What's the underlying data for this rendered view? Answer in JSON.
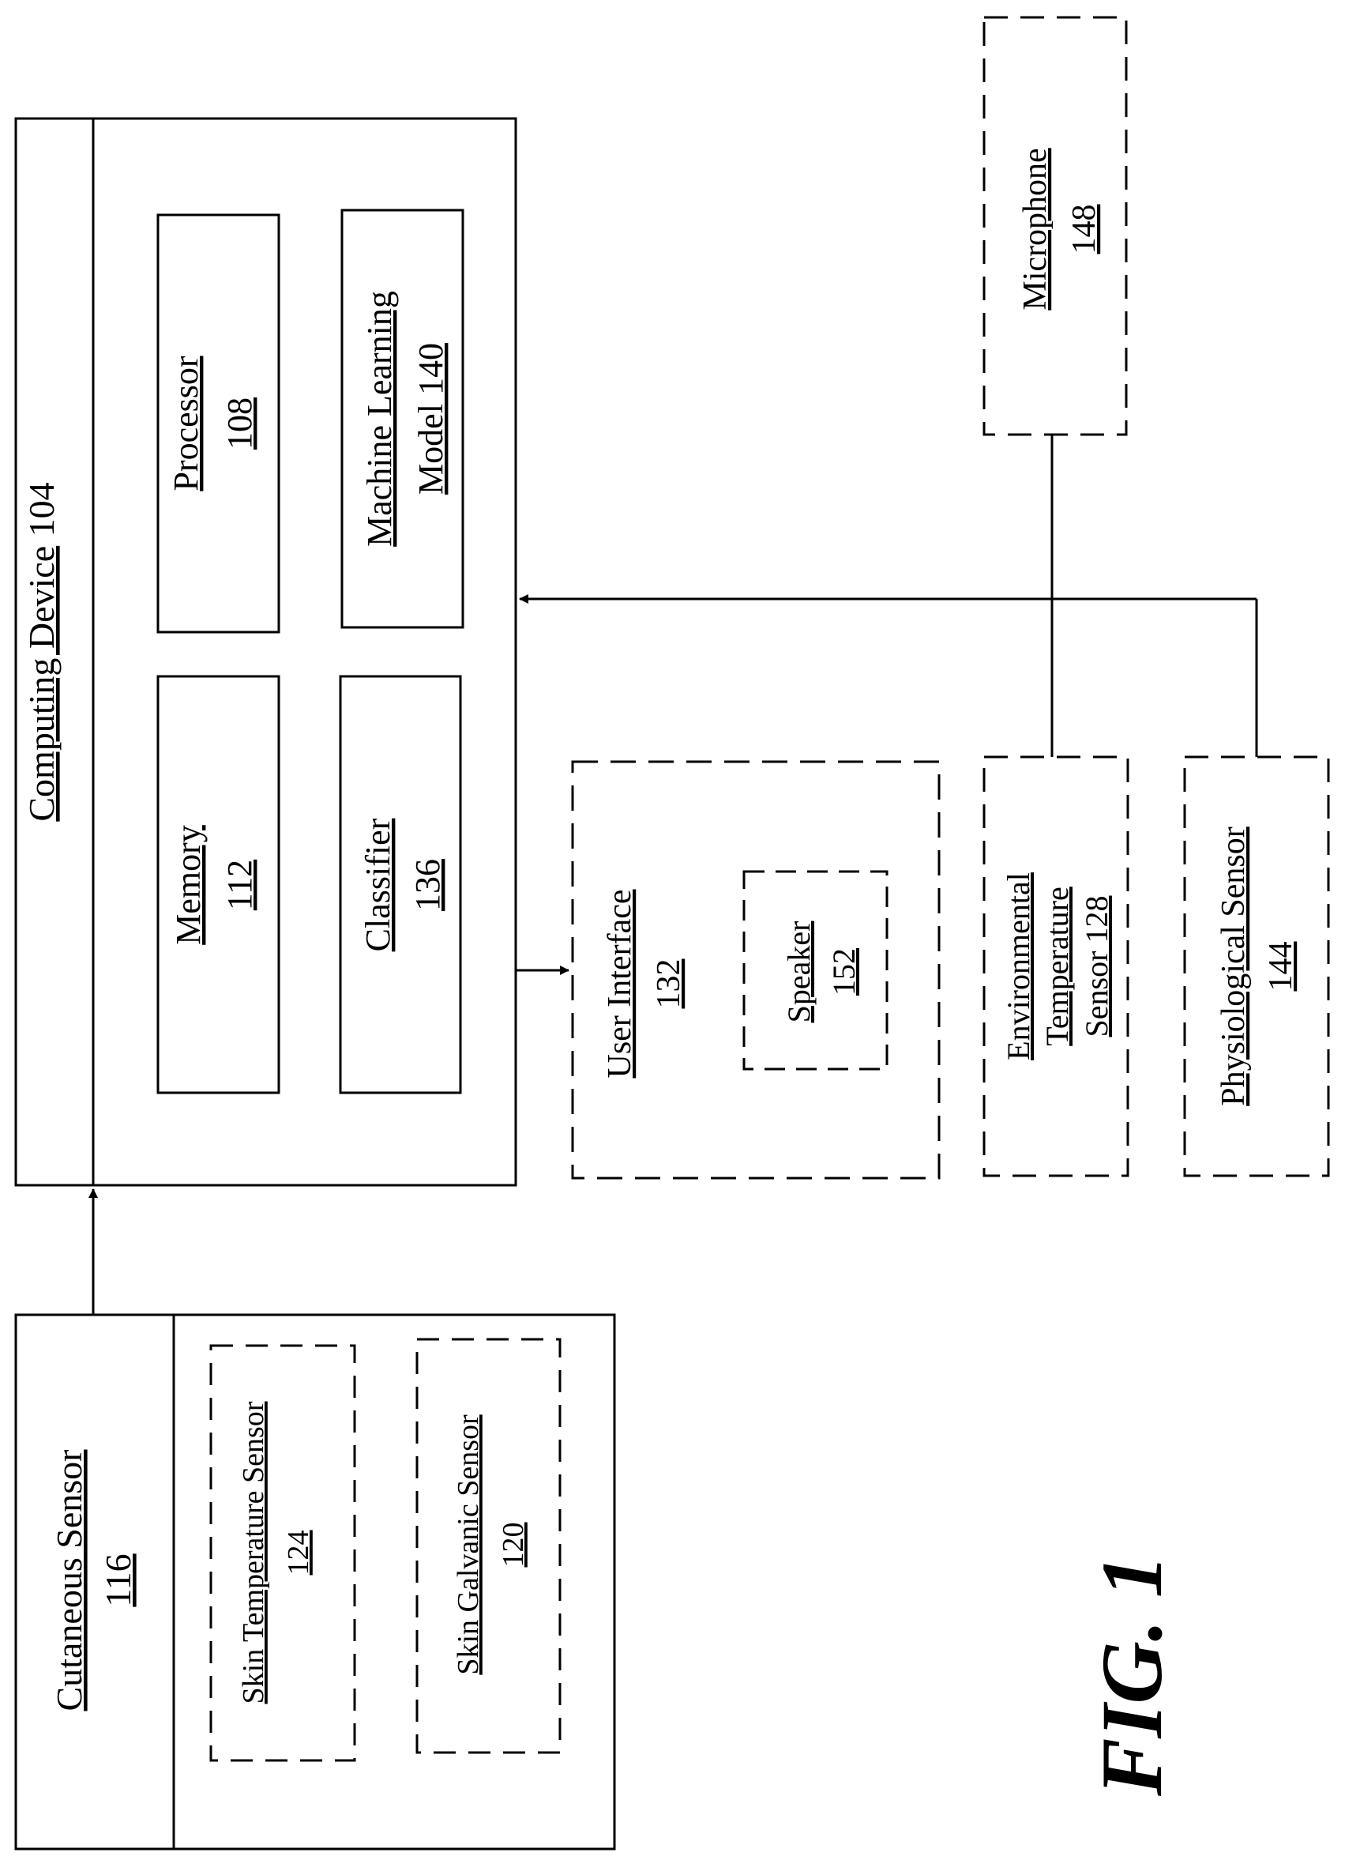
{
  "figure_label": "FIG. 1",
  "computing_device": {
    "name": "Computing Device",
    "ref": "104"
  },
  "processor": {
    "name": "Processor",
    "ref": "108"
  },
  "machine_learning_model": {
    "name_line1": "Machine Learning",
    "name_line2": "Model 140"
  },
  "memory": {
    "name": "Memory",
    "ref": "112"
  },
  "classifier": {
    "name": "Classifier",
    "ref": "136"
  },
  "user_interface": {
    "name": "User Interface",
    "ref": "132"
  },
  "speaker": {
    "name": "Speaker",
    "ref": "152"
  },
  "microphone": {
    "name": "Microphone",
    "ref": "148"
  },
  "environmental_temperature_sensor": {
    "line1": "Environmental",
    "line2": "Temperature",
    "line3": "Sensor 128"
  },
  "physiological_sensor": {
    "name": "Physiological Sensor",
    "ref": "144"
  },
  "cutaneous_sensor": {
    "name": "Cutaneous Sensor",
    "ref": "116"
  },
  "skin_temperature_sensor": {
    "name": "Skin Temperature Sensor",
    "ref": "124"
  },
  "skin_galvanic_sensor": {
    "name": "Skin Galvanic Sensor",
    "ref": "120"
  }
}
